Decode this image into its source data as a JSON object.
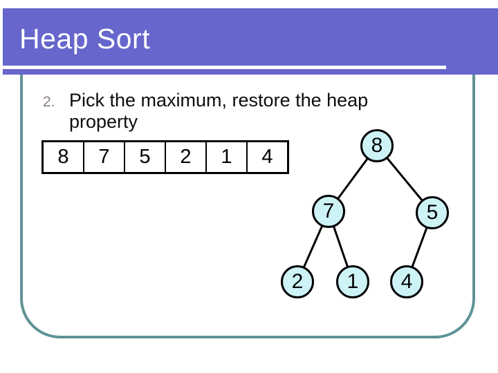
{
  "slide_title": "Heap Sort",
  "bullet": {
    "number": "2.",
    "text": "Pick the maximum, restore the heap property"
  },
  "array_values": [
    "8",
    "7",
    "5",
    "2",
    "1",
    "4"
  ],
  "tree": {
    "type": "binary-heap",
    "nodes": [
      {
        "label": "8",
        "level": 0
      },
      {
        "label": "7",
        "level": 1
      },
      {
        "label": "5",
        "level": 1
      },
      {
        "label": "2",
        "level": 2
      },
      {
        "label": "1",
        "level": 2
      },
      {
        "label": "4",
        "level": 2
      }
    ],
    "edges": [
      [
        "8",
        "7"
      ],
      [
        "8",
        "5"
      ],
      [
        "7",
        "2"
      ],
      [
        "7",
        "1"
      ],
      [
        "5",
        "4"
      ]
    ]
  },
  "colors": {
    "header": "#6666cc",
    "frame_border": "#5f9394",
    "node_fill": "#cdf3f6",
    "bullet_number": "#8b7d7b"
  }
}
